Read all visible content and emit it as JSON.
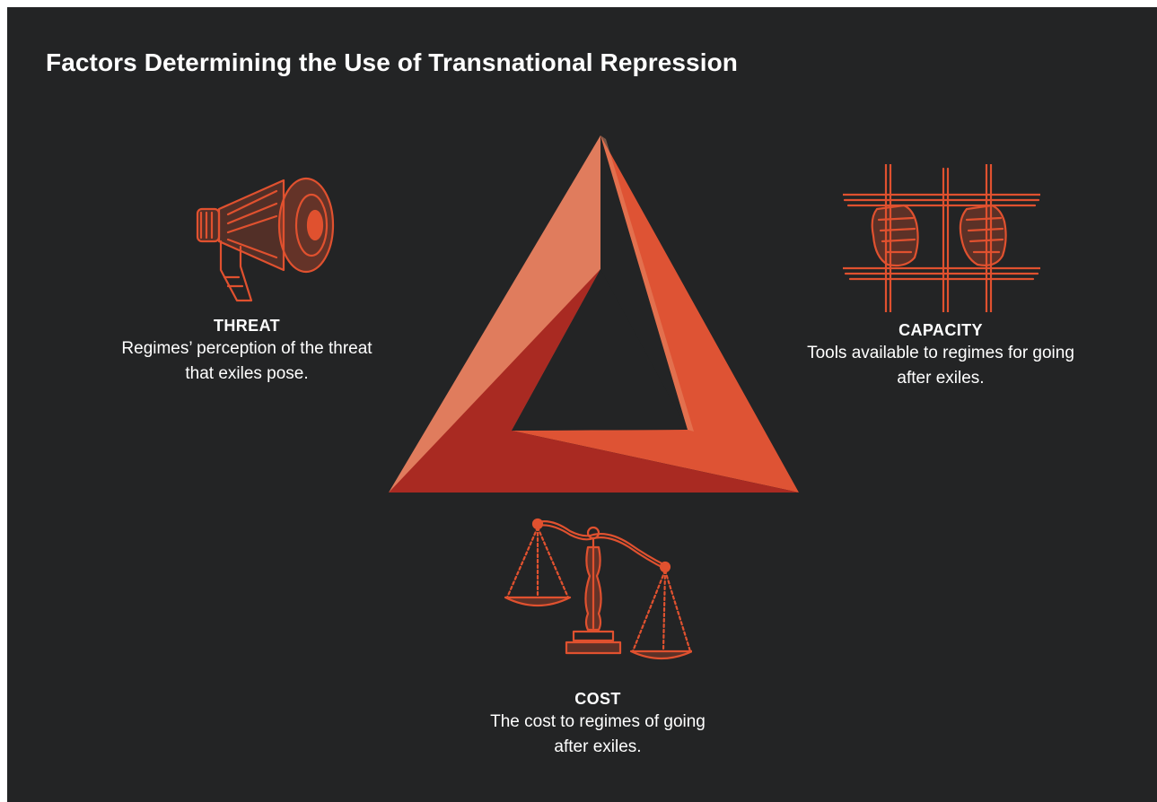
{
  "title": "Factors Determining the Use of Transnational Repression",
  "colors": {
    "background": "#232425",
    "text": "#ffffff",
    "illustration": "#e0512f",
    "triangle_light": "#e07c5d",
    "triangle_mid": "#de5334",
    "triangle_dark": "#a92a22"
  },
  "factors": {
    "threat": {
      "icon": "megaphone-icon",
      "heading": "THREAT",
      "lines": [
        "Regimes’ perception of the threat",
        "that exiles pose."
      ]
    },
    "capacity": {
      "icon": "prison-bars-icon",
      "heading": "CAPACITY",
      "lines": [
        "Tools available to regimes for going",
        "after exiles."
      ]
    },
    "cost": {
      "icon": "scales-icon",
      "heading": "COST",
      "lines": [
        "The cost to regimes of going",
        "after exiles."
      ]
    }
  }
}
